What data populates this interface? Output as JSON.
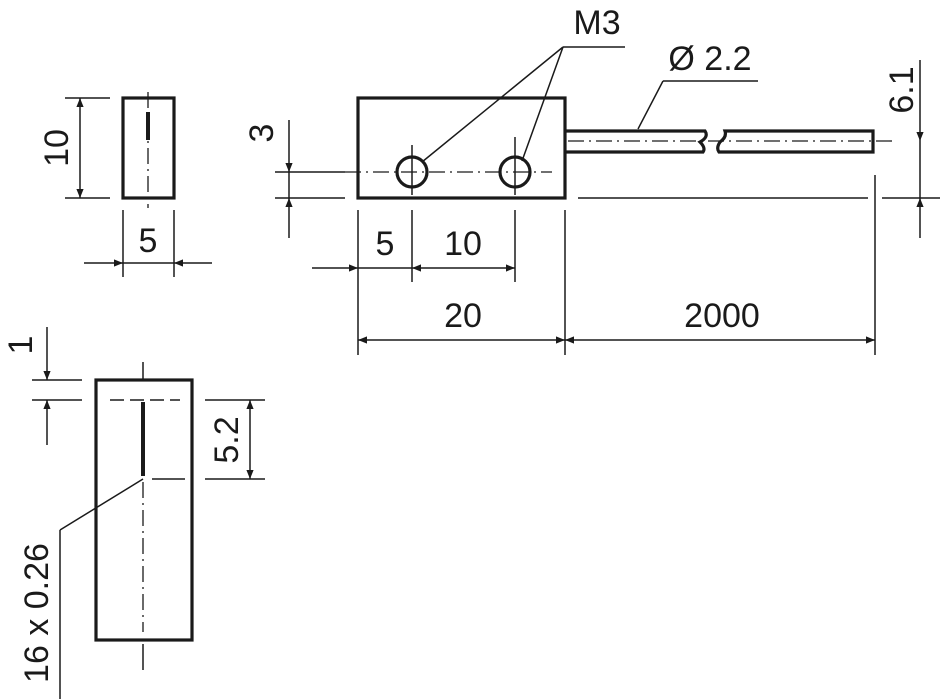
{
  "drawing": {
    "side_view": {
      "height_dim": "10",
      "width_dim": "5"
    },
    "main_view": {
      "thread_label": "M3",
      "cable_label": "Ø 2.2",
      "hole_offset_dim": "3",
      "first_hole_dim": "5",
      "hole_spacing_dim": "10",
      "body_length_dim": "20",
      "cable_length_dim": "2000",
      "cable_height_dim": "6.1"
    },
    "bottom_view": {
      "top_offset_dim": "1",
      "slot_length_dim": "5.2",
      "slot_label": "16 x 0.26"
    }
  },
  "colors": {
    "line": "#1a1a1a",
    "background": "#ffffff"
  }
}
